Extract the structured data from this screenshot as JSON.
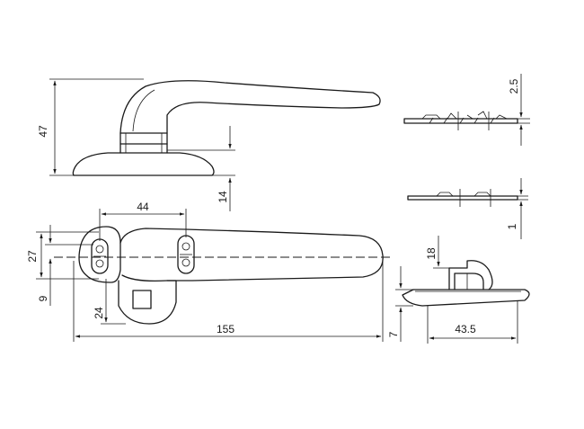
{
  "dimensions": {
    "handle_height": "47",
    "base_offset": "14",
    "hole_spacing": "44",
    "width_27": "27",
    "offset_9": "9",
    "square_24": "24",
    "total_length": "155",
    "plate_thickness": "2.5",
    "spacer_thickness": "1",
    "hook_height": "18",
    "hook_base": "7",
    "hook_length": "43.5"
  }
}
